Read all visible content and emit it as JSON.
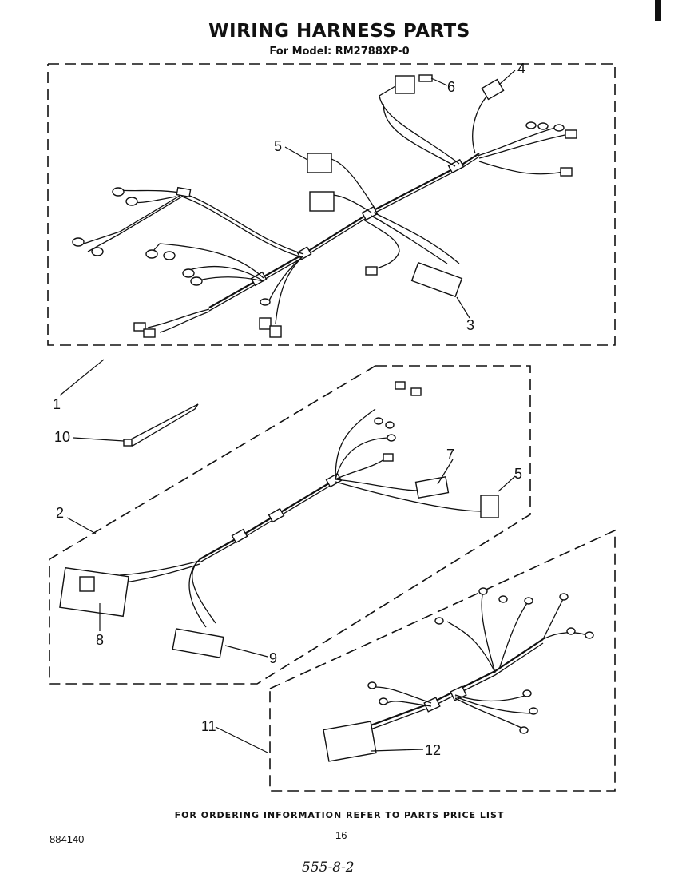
{
  "header": {
    "title": "WIRING HARNESS PARTS",
    "model_line": "For Model: RM2788XP-0"
  },
  "callouts": {
    "c1": "1",
    "c2": "2",
    "c3": "3",
    "c4": "4",
    "c5a": "5",
    "c5b": "5",
    "c6": "6",
    "c7": "7",
    "c8": "8",
    "c9": "9",
    "c10": "10",
    "c11": "11",
    "c12": "12"
  },
  "footer": {
    "ordering_note": "FOR ORDERING INFORMATION REFER TO PARTS PRICE LIST",
    "doc_number": "884140",
    "page_number": "16",
    "handwritten": "555-8-2"
  }
}
